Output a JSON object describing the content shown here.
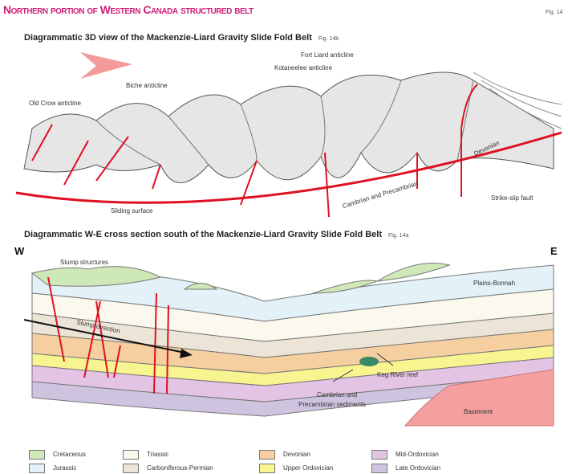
{
  "header": {
    "title": "Northern portion of Western Canada structured belt",
    "fig": "Fig. 14"
  },
  "top": {
    "title": "Diagrammatic 3D view of the Mackenzie-Liard Gravity Slide Fold Belt",
    "fig": "Fig. 14b",
    "labels": {
      "fort_liard": "Fort Liard anticline",
      "kotaneelee": "Kotaneelee anticline",
      "biche": "Biche anticline",
      "old_crow": "Old Crow anticline",
      "devonian": "Devonian",
      "strike_slip": "Strike-slip fault",
      "cambrian": "Cambrian and Precambrian",
      "sliding": "Sliding surface"
    }
  },
  "bottom": {
    "title": "Diagrammatic W-E cross section south of the Mackenzie-Liard Gravity Slide Fold Belt",
    "fig": "Fig. 14a",
    "west": "W",
    "east": "E",
    "labels": {
      "slump_structures": "Slump structures",
      "plains": "Plains-Bonnah",
      "slump_direction": "Slump direction",
      "keg_river": "Keg River reef",
      "cambrian_1": "Cambrian and",
      "cambrian_2": "Precambrian sediments",
      "basement": "Basement"
    }
  },
  "legend": [
    {
      "label": "Cretaceous",
      "color": "#cfe8b8"
    },
    {
      "label": "Jurassic",
      "color": "#e3f1f8"
    },
    {
      "label": "Triassic",
      "color": "#fbf8ee"
    },
    {
      "label": "Carboniferous-Permian",
      "color": "#ece4d6"
    },
    {
      "label": "Devonian",
      "color": "#f6cfa0"
    },
    {
      "label": "Upper Ordovician",
      "color": "#f8f490"
    },
    {
      "label": "Mid-Ordovician",
      "color": "#e4c4e4"
    },
    {
      "label": "Late Ordovician",
      "color": "#cfc4e0"
    }
  ],
  "colors": {
    "fault": "#e01020",
    "arrow": "#f59a9a",
    "basement": "#f4a0a0",
    "reef": "#3a8a6a"
  }
}
